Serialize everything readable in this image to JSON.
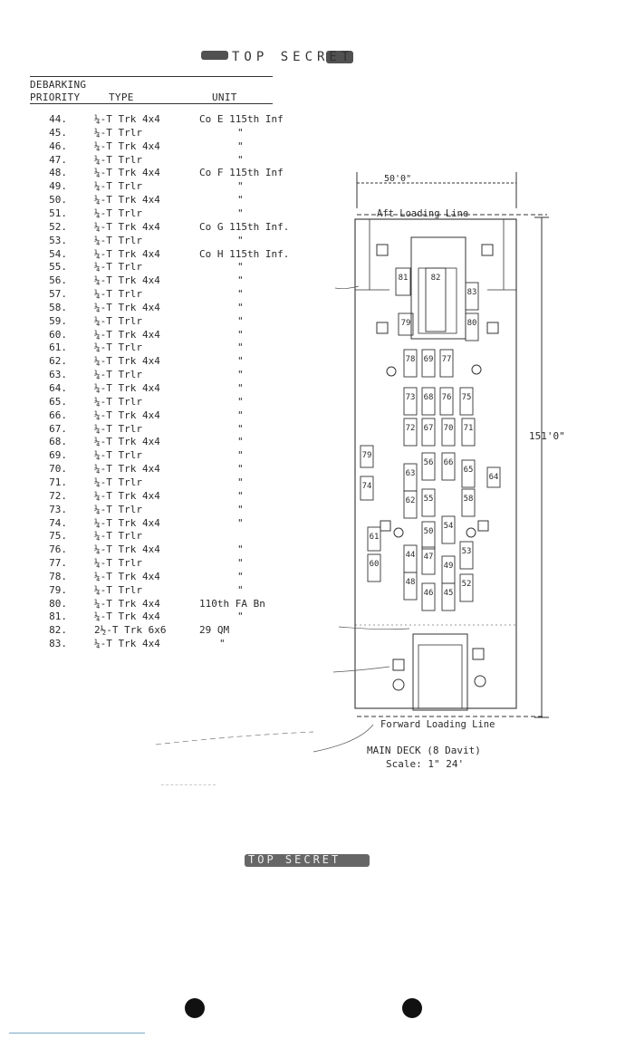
{
  "top_stamp": "TOP SECRET",
  "bottom_stamp": "TOP SECRET",
  "table_header": {
    "col1_line1": "DEBARKING",
    "col1_line2": "PRIORITY",
    "col2": "TYPE",
    "col3": "UNIT"
  },
  "rows": [
    {
      "num": "44.",
      "type": "¼-T Trk  4x4",
      "unit": "Co E  115th Inf"
    },
    {
      "num": "45.",
      "type": "¼-T Trlr",
      "unit": "\""
    },
    {
      "num": "46.",
      "type": "¼-T Trk  4x4",
      "unit": "\""
    },
    {
      "num": "47.",
      "type": "¼-T Trlr",
      "unit": "\""
    },
    {
      "num": "48.",
      "type": "¼-T Trk  4x4",
      "unit": "Co F 115th Inf"
    },
    {
      "num": "49.",
      "type": "¼-T Trlr",
      "unit": "\""
    },
    {
      "num": "50.",
      "type": "¼-T Trk  4x4",
      "unit": "\""
    },
    {
      "num": "51.",
      "type": "¼-T Trlr",
      "unit": "\""
    },
    {
      "num": "52.",
      "type": "¼-T Trk  4x4",
      "unit": "Co G 115th Inf."
    },
    {
      "num": "53.",
      "type": "¼-T Trlr",
      "unit": "\""
    },
    {
      "num": "54.",
      "type": "¼-T Trk  4x4",
      "unit": "Co H 115th Inf."
    },
    {
      "num": "55.",
      "type": "¼-T Trlr",
      "unit": "\""
    },
    {
      "num": "56.",
      "type": "¼-T Trk  4x4",
      "unit": "\""
    },
    {
      "num": "57.",
      "type": "¼-T Trlr",
      "unit": "\""
    },
    {
      "num": "58.",
      "type": "¼-T Trk  4x4",
      "unit": "\""
    },
    {
      "num": "59.",
      "type": "¼-T Trlr",
      "unit": "\""
    },
    {
      "num": "60.",
      "type": "¼-T Trk  4x4",
      "unit": "\""
    },
    {
      "num": "61.",
      "type": "¼-T Trlr",
      "unit": "\""
    },
    {
      "num": "62.",
      "type": "¼-T Trk  4x4",
      "unit": "\""
    },
    {
      "num": "63.",
      "type": "¼-T Trlr",
      "unit": "\""
    },
    {
      "num": "64.",
      "type": "¼-T Trk  4x4",
      "unit": "\""
    },
    {
      "num": "65.",
      "type": "¼-T Trlr",
      "unit": "\""
    },
    {
      "num": "66.",
      "type": "¼-T Trk  4x4",
      "unit": "\""
    },
    {
      "num": "67.",
      "type": "¼-T Trlr",
      "unit": "\""
    },
    {
      "num": "68.",
      "type": "¼-T Trk  4x4",
      "unit": "\""
    },
    {
      "num": "69.",
      "type": "¼-T Trlr",
      "unit": "\""
    },
    {
      "num": "70.",
      "type": "¼-T Trk  4x4",
      "unit": "\""
    },
    {
      "num": "71.",
      "type": "¼-T Trlr",
      "unit": "\""
    },
    {
      "num": "72.",
      "type": "¼-T Trk  4x4",
      "unit": "\""
    },
    {
      "num": "73.",
      "type": "¼-T Trlr",
      "unit": "\""
    },
    {
      "num": "74.",
      "type": "¼-T Trk  4x4",
      "unit": "\""
    },
    {
      "num": "75.",
      "type": "¼-T Trlr",
      "unit": ""
    },
    {
      "num": "76.",
      "type": "¼-T Trk  4x4",
      "unit": "\""
    },
    {
      "num": "77.",
      "type": "¼-T Trlr",
      "unit": "\""
    },
    {
      "num": "78.",
      "type": "¼-T Trk  4x4",
      "unit": "\""
    },
    {
      "num": "79.",
      "type": "¼-T Trlr",
      "unit": "\""
    },
    {
      "num": "80.",
      "type": "¼-T Trk  4x4",
      "unit": "110th FA Bn"
    },
    {
      "num": "81.",
      "type": "¼-T Trk  4x4",
      "unit": "\""
    },
    {
      "num": "82.",
      "type": "2½-T Trk  6x6",
      "unit": "29 QM"
    },
    {
      "num": "83.",
      "type": "¼-T Trk  4x4",
      "unit": "\""
    }
  ],
  "diagram": {
    "width_label": "50'0\"",
    "length_label": "151'0\"",
    "aft_line": "Aft Loading Line",
    "forward_line": "Forward Loading Line",
    "caption_line1": "MAIN DECK (8 Davit)",
    "caption_line2": "Scale: 1\"  24'",
    "vehicles": [
      {
        "n": "82"
      },
      {
        "n": "81"
      },
      {
        "n": "83"
      },
      {
        "n": "79"
      },
      {
        "n": "80"
      },
      {
        "n": "78"
      },
      {
        "n": "69"
      },
      {
        "n": "77"
      },
      {
        "n": "73"
      },
      {
        "n": "68"
      },
      {
        "n": "76"
      },
      {
        "n": "75"
      },
      {
        "n": "72"
      },
      {
        "n": "67"
      },
      {
        "n": "70"
      },
      {
        "n": "71"
      },
      {
        "n": "79"
      },
      {
        "n": "74"
      },
      {
        "n": "63"
      },
      {
        "n": "56"
      },
      {
        "n": "66"
      },
      {
        "n": "65"
      },
      {
        "n": "62"
      },
      {
        "n": "55"
      },
      {
        "n": "58"
      },
      {
        "n": "64"
      },
      {
        "n": "50"
      },
      {
        "n": "54"
      },
      {
        "n": "61"
      },
      {
        "n": "60"
      },
      {
        "n": "44"
      },
      {
        "n": "47"
      },
      {
        "n": "49"
      },
      {
        "n": "53"
      },
      {
        "n": "48"
      },
      {
        "n": "46"
      },
      {
        "n": "45"
      },
      {
        "n": "52"
      }
    ]
  }
}
